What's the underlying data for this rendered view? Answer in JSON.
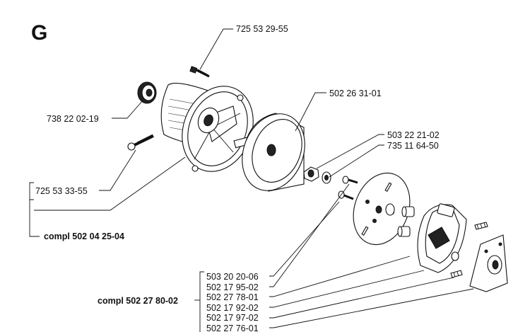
{
  "section_letter": "G",
  "callouts": {
    "p1": "725 53 29-55",
    "p2": "502 26 31-01",
    "p3": "738 22 02-19",
    "p4": "503 22 21-02",
    "p5": "735 11 64-50",
    "p6": "725 53 33-55",
    "p7": "503 20 20-06",
    "p8": "502 17 95-02",
    "p9": "502 27 78-01",
    "p10": "502 17 92-02",
    "p11": "502 17 97-02",
    "p12": "502 27 76-01"
  },
  "assemblies": {
    "a1": "compl 502 04 25-04",
    "a2": "compl 502 27 80-02"
  }
}
